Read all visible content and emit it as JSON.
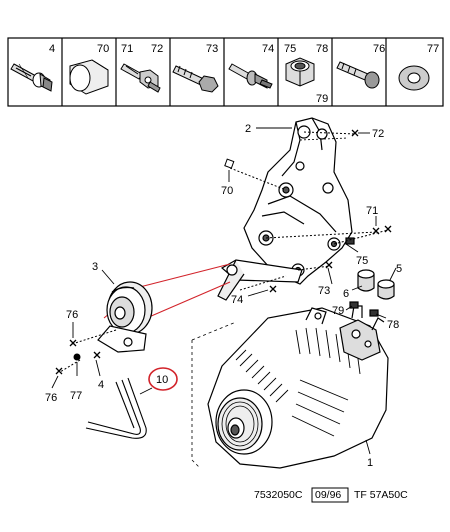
{
  "parts_header": [
    {
      "id": "cell-4",
      "numbers": [
        "4"
      ]
    },
    {
      "id": "cell-70",
      "numbers": [
        "70"
      ]
    },
    {
      "id": "cell-71-72",
      "numbers": [
        "71",
        "72"
      ]
    },
    {
      "id": "cell-73",
      "numbers": [
        "73"
      ]
    },
    {
      "id": "cell-74",
      "numbers": [
        "74"
      ]
    },
    {
      "id": "cell-75-78-79",
      "numbers": [
        "75",
        "78",
        "79"
      ]
    },
    {
      "id": "cell-76",
      "numbers": [
        "76"
      ]
    },
    {
      "id": "cell-77",
      "numbers": [
        "77"
      ]
    }
  ],
  "callouts": {
    "c2": "2",
    "c72": "72",
    "c70": "70",
    "c71": "71",
    "c3": "3",
    "c75": "75",
    "c5": "5",
    "c6": "6",
    "c73": "73",
    "c74": "74",
    "c79": "79",
    "c78": "78",
    "c76a": "76",
    "c4": "4",
    "c77": "77",
    "c76b": "76",
    "c10": "10",
    "c1": "1"
  },
  "reference": {
    "code": "7532050C",
    "date": "09/96",
    "tf": "TF 57A50C"
  }
}
